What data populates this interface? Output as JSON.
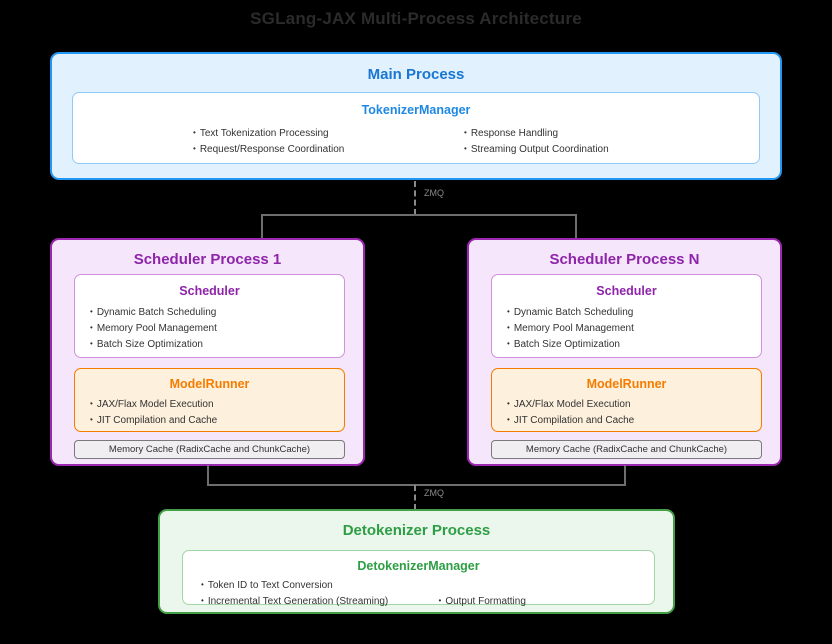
{
  "title": "SGLang-JAX Multi-Process Architecture",
  "colors": {
    "background": "#000000",
    "title_text": "#2b2b2b",
    "blue_border": "#2196f3",
    "blue_fill": "#e1f1fd",
    "blue_text": "#1976d2",
    "purple_border": "#9c27b0",
    "purple_fill": "#f5e6fb",
    "purple_text": "#8e24aa",
    "orange_border": "#f57c00",
    "orange_fill": "#fdf0dc",
    "orange_text": "#f57c00",
    "green_border": "#43a047",
    "green_fill": "#ebf6ec",
    "green_text": "#2e9e44",
    "gray_connector": "#6e6e6e",
    "gray_bar_fill": "#f0eef0",
    "bullet_text": "#333333"
  },
  "main_process": {
    "title": "Main Process",
    "component": {
      "title": "TokenizerManager",
      "bullets_left": [
        "Text Tokenization Processing",
        "Request/Response Coordination"
      ],
      "bullets_right": [
        "Response Handling",
        "Streaming Output Coordination"
      ]
    }
  },
  "connectors": {
    "top_label": "ZMQ",
    "bottom_label": "ZMQ"
  },
  "scheduler_processes": [
    {
      "title": "Scheduler Process 1",
      "scheduler": {
        "title": "Scheduler",
        "bullets": [
          "Dynamic Batch Scheduling",
          "Memory Pool Management",
          "Batch Size Optimization"
        ]
      },
      "model_runner": {
        "title": "ModelRunner",
        "bullets": [
          "JAX/Flax Model Execution",
          "JIT Compilation and Cache"
        ]
      },
      "memory_cache": "Memory Cache (RadixCache and ChunkCache)"
    },
    {
      "title": "Scheduler Process N",
      "scheduler": {
        "title": "Scheduler",
        "bullets": [
          "Dynamic Batch Scheduling",
          "Memory Pool Management",
          "Batch Size Optimization"
        ]
      },
      "model_runner": {
        "title": "ModelRunner",
        "bullets": [
          "JAX/Flax Model Execution",
          "JIT Compilation and Cache"
        ]
      },
      "memory_cache": "Memory Cache (RadixCache and ChunkCache)"
    }
  ],
  "detokenizer_process": {
    "title": "Detokenizer Process",
    "component": {
      "title": "DetokenizerManager",
      "bullets_left": [
        "Token ID to Text Conversion",
        "Incremental Text Generation (Streaming)"
      ],
      "bullets_right": [
        "Output Formatting"
      ]
    }
  }
}
